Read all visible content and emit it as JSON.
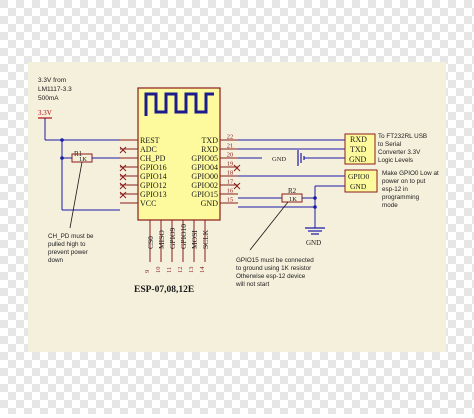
{
  "background": {
    "checker_light": "#ffffff",
    "checker_dark": "#e6e6e6",
    "paper": "#f5f0dc"
  },
  "colors": {
    "chip_fill": "#fdfa9e",
    "chip_stroke": "#8a1c1c",
    "wire": "#1a1aa8",
    "label": "#1a1a1a",
    "pin_number": "#8a1c1c",
    "power": "#b01010",
    "antenna": "#1c1c8a",
    "connector_fill": "#fdfa9e"
  },
  "supply_note": [
    "3.3V from",
    "LM1117-3.3",
    "500mA"
  ],
  "supply_label": "3.3V",
  "resistor_r1": "R1",
  "resistor_r1_value": "1K",
  "resistor_r2": "R2",
  "resistor_r2_value": "1K",
  "module": {
    "left_pins": [
      "REST",
      "ADC",
      "CH_PD",
      "GPIO16",
      "GPIO14",
      "GPIO12",
      "GPIO13",
      "VCC"
    ],
    "right_pins": [
      "TXD",
      "RXD",
      "GPIO05",
      "GPIO04",
      "GPIO00",
      "GPIO02",
      "GPIO15",
      "GND"
    ],
    "right_pin_numbers": [
      "22",
      "21",
      "20",
      "19",
      "18",
      "17",
      "16",
      "15"
    ],
    "bottom_pins": [
      "CS0",
      "MISO",
      "GPIO9",
      "GPIO10",
      "MOSI",
      "SCLK"
    ],
    "bottom_pin_numbers": [
      "9",
      "10",
      "11",
      "12",
      "13",
      "14"
    ],
    "name": "ESP-07,08,12E"
  },
  "gnd_symbol_label": "GND",
  "gnd_bottom_label": "GND",
  "uart_connector": {
    "pins": [
      "RXD",
      "TXD",
      "GND"
    ],
    "note": [
      "To FT232RL USB",
      "to Serial",
      "Converter 3.3V",
      "Logic Levels"
    ]
  },
  "gpio0_connector": {
    "pin": "GPIO0",
    "pin2": "GND",
    "note": [
      "Make GPIO0 Low at",
      "power on to put",
      "esp-12 in",
      "programming",
      "mode"
    ]
  },
  "ch_pd_note": [
    "CH_PD must be",
    "pulled high to",
    "prevent power",
    "down"
  ],
  "gpio15_note": [
    "GPIO15 must be connected",
    "to ground using 1K resistor",
    "Otherwise esp-12 device",
    "will not start"
  ]
}
